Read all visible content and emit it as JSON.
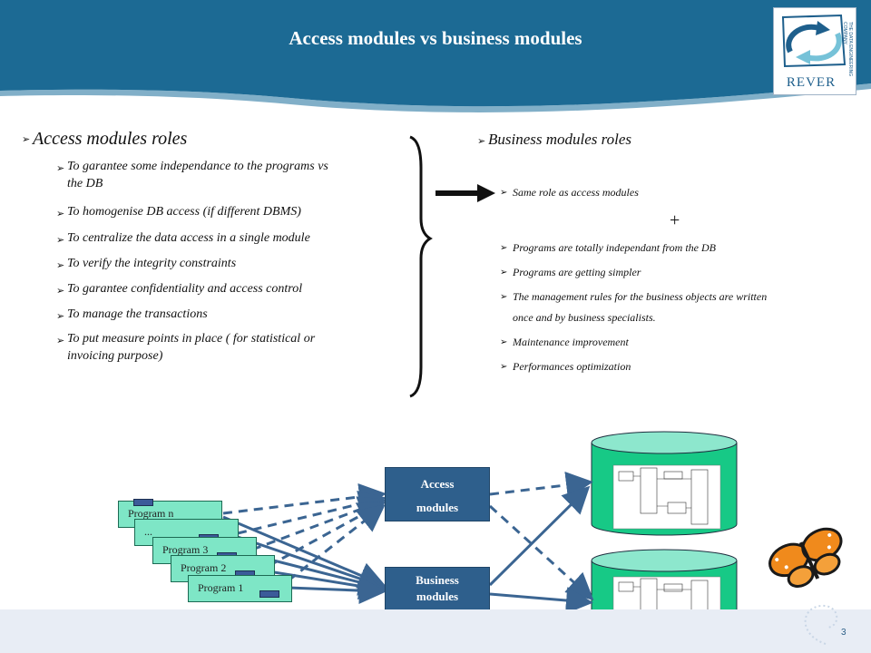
{
  "header": {
    "title": "Access modules vs business modules",
    "logo_text": "REVER",
    "logo_subtitle": "THE DATA ENGINEERING COMPANY",
    "colors": {
      "banner": "#1c6a94",
      "swoosh": "#e8edf5"
    }
  },
  "left_section": {
    "title": "Access modules roles",
    "items": [
      "To garantee some independance to the programs vs",
      "the DB",
      "To homogenise DB access (if different DBMS)",
      "To centralize the data access in a single module",
      "To verify the integrity constraints",
      "To garantee confidentiality and access control",
      "To manage the transactions",
      "To put measure points in place ( for statistical or",
      "invoicing purpose)"
    ]
  },
  "right_section": {
    "title": "Business modules roles",
    "first_item": "Same role as access modules",
    "plus": "+",
    "items": [
      "Programs are totally independant from the DB",
      "Programs are getting simpler",
      "The management rules for the business objects are written",
      "once and by business specialists.",
      "Maintenance improvement",
      "Performances optimization"
    ]
  },
  "diagram": {
    "access_module": {
      "line1": "Access",
      "line2": "modules"
    },
    "business_module": {
      "line1": "Business",
      "line2": "modules"
    },
    "programs": [
      "Program n",
      "...",
      "Program 3",
      "Program 2",
      "Program 1"
    ],
    "colors": {
      "module_fill": "#2e5f8c",
      "program_fill": "#7ee6c6",
      "db_fill": "#17c986",
      "arrow": "#3b6592"
    }
  },
  "footer": {
    "page_number": "3"
  }
}
